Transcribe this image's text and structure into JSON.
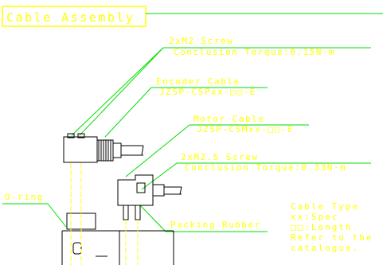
{
  "title": "Cable Assembly",
  "callouts": {
    "m2_screw": {
      "line1": "2xM2 Screw",
      "line2": "Conclusion Torque:0.15N·m"
    },
    "encoder_cable": {
      "line1": "Encoder Cable",
      "line2": "JZSP-CSPxx-□□-E"
    },
    "motor_cable": {
      "line1": "Motor Cable",
      "line2": "JZSP-CSMxx-□□-E"
    },
    "m25_screw": {
      "line1": "2xM2.5 Screw",
      "line2": "Conclusion Torque:0.33N·m"
    },
    "o_ring": "O-ring",
    "packing_rubber": "Packing Rubber"
  },
  "note": {
    "line1": "Cable Type",
    "line2": "xx:Spec",
    "line3": "□□:Length",
    "line4": "Refer to the",
    "line5": "catalogue."
  },
  "colors": {
    "label": "#ffff00",
    "leader": "#00dd00",
    "outline": "#000000",
    "center_line": "#ffff00",
    "background": "#ffffff"
  }
}
